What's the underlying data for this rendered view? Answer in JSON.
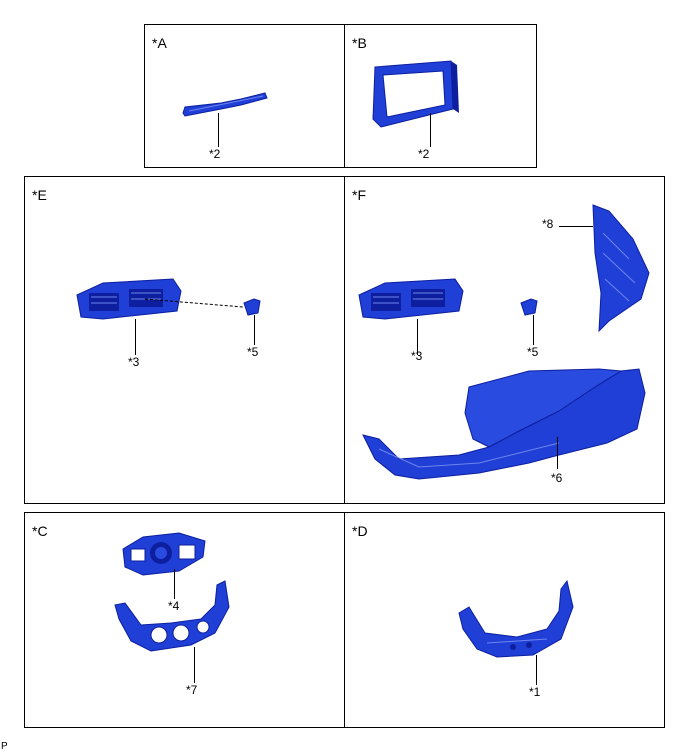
{
  "colors": {
    "part_fill": "#1f3fd6",
    "part_dark": "#0d1f9e",
    "part_light": "#6f86f0",
    "border": "#000000"
  },
  "panels": {
    "A": {
      "label": "*A",
      "callouts": [
        "*2"
      ]
    },
    "B": {
      "label": "*B",
      "callouts": [
        "*2"
      ]
    },
    "E": {
      "label": "*E",
      "callouts": [
        "*3",
        "*5"
      ]
    },
    "F": {
      "label": "*F",
      "callouts": [
        "*8",
        "*3",
        "*5",
        "*6"
      ]
    },
    "C": {
      "label": "*C",
      "callouts": [
        "*4",
        "*7"
      ]
    },
    "D": {
      "label": "*D",
      "callouts": [
        "*1"
      ]
    }
  },
  "footer": {
    "code": "P"
  }
}
